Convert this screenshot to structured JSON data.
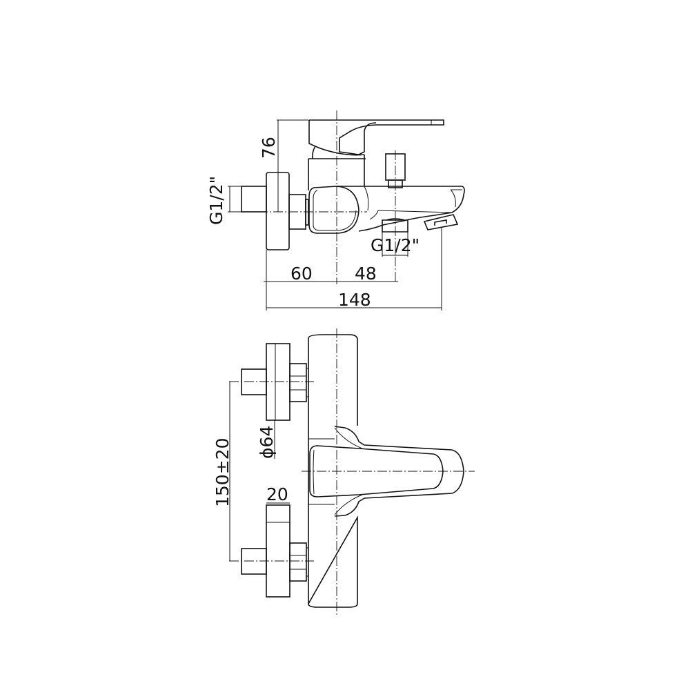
{
  "drawing": {
    "side_view": {
      "dimensions": {
        "height": "76",
        "inlet_thread": "G1/2\"",
        "outlet_thread": "G1/2\"",
        "wall_to_axis": "60",
        "axis_to_outlet": "48",
        "overall_length": "148"
      }
    },
    "front_view": {
      "dimensions": {
        "inlet_spacing": "150±20",
        "flange_diameter": "ϕ64",
        "flange_depth": "20"
      }
    }
  }
}
